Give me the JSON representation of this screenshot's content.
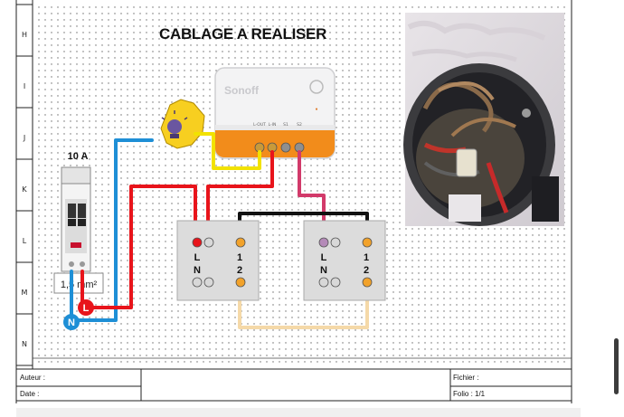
{
  "title": "CABLAGE A REALISER",
  "grid_rows": [
    "H",
    "I",
    "J",
    "K",
    "L",
    "M",
    "N"
  ],
  "breaker": {
    "rating": "10 A"
  },
  "cable": {
    "section_label": "1,5 mm²"
  },
  "terminals": {
    "live": "L",
    "neutral": "N"
  },
  "module": {
    "brand": "Sonoff",
    "terminal_labels": [
      "L-OUT",
      "L-IN",
      "S1",
      "S2"
    ]
  },
  "switches": [
    {
      "labels": [
        "L",
        "N",
        "1",
        "2"
      ]
    },
    {
      "labels": [
        "L",
        "N",
        "1",
        "2"
      ]
    }
  ],
  "footer": {
    "author_label": "Auteur :",
    "date_label": "Date :",
    "file_label": "Fichier :",
    "folio_label": "Folio : 1/1"
  },
  "colors": {
    "live": "#e8141b",
    "neutral": "#1e8fd6",
    "switched_live": "#f2e200",
    "traveller_1": "#111111",
    "traveller_2": "#f5d9a8",
    "s2_wire": "#d23a6a",
    "module_orange": "#f28c1b"
  }
}
